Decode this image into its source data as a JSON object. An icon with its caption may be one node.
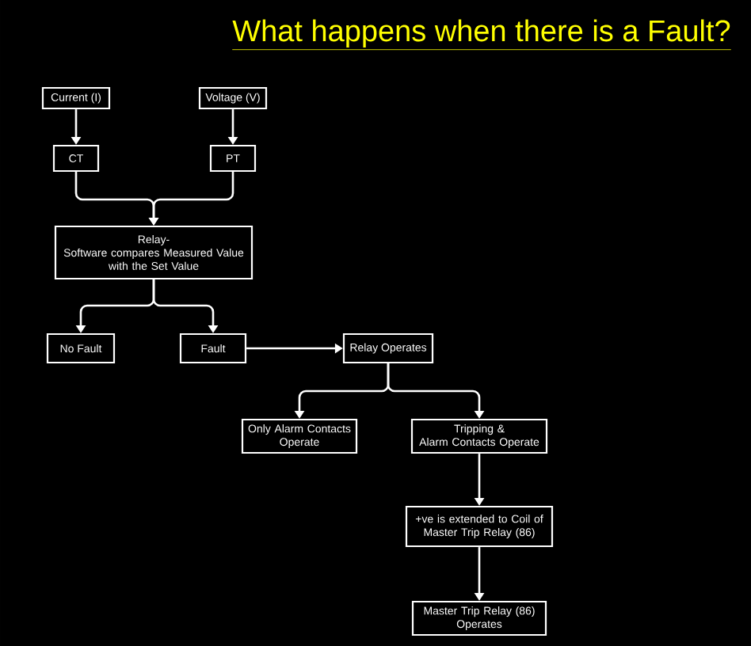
{
  "diagram": {
    "title": "What happens when there is a Fault?",
    "nodes": [
      {
        "text": [
          "Current (I)"
        ]
      },
      {
        "text": [
          "Voltage (V)"
        ]
      },
      {
        "text": [
          "CT"
        ]
      },
      {
        "text": [
          "PT"
        ]
      },
      {
        "text": [
          "Relay-",
          "Software compares Measured Value with the Set Value"
        ]
      },
      {
        "text": [
          "No Fault"
        ]
      },
      {
        "text": [
          "Fault"
        ]
      },
      {
        "text": [
          "Relay Operates"
        ]
      },
      {
        "text": [
          "Only Alarm Contacts Operate"
        ]
      },
      {
        "text": [
          "Tripping & Alarm Contacts Operate"
        ]
      },
      {
        "text": [
          "+ve is extended to Coil of Master Trip Relay (86)"
        ]
      },
      {
        "text": [
          "Master Trip Relay (86) Operates"
        ]
      }
    ],
    "edges": [
      {
        "from": 0,
        "to": 2,
        "arrow": "to"
      },
      {
        "from": 1,
        "to": 3,
        "arrow": "to"
      },
      {
        "from": 2,
        "to": 4,
        "arrow": "to"
      },
      {
        "from": 3,
        "to": 4,
        "arrow": "to"
      },
      {
        "from": 4,
        "to": 5,
        "arrow": "to"
      },
      {
        "from": 4,
        "to": 6,
        "arrow": "to"
      },
      {
        "from": 6,
        "to": 7,
        "arrow": "to"
      },
      {
        "from": 7,
        "to": 8,
        "arrow": "to"
      },
      {
        "from": 7,
        "to": 9,
        "arrow": "to"
      },
      {
        "from": 9,
        "to": 10,
        "arrow": "to"
      },
      {
        "from": 10,
        "to": 11,
        "arrow": "to"
      }
    ]
  }
}
